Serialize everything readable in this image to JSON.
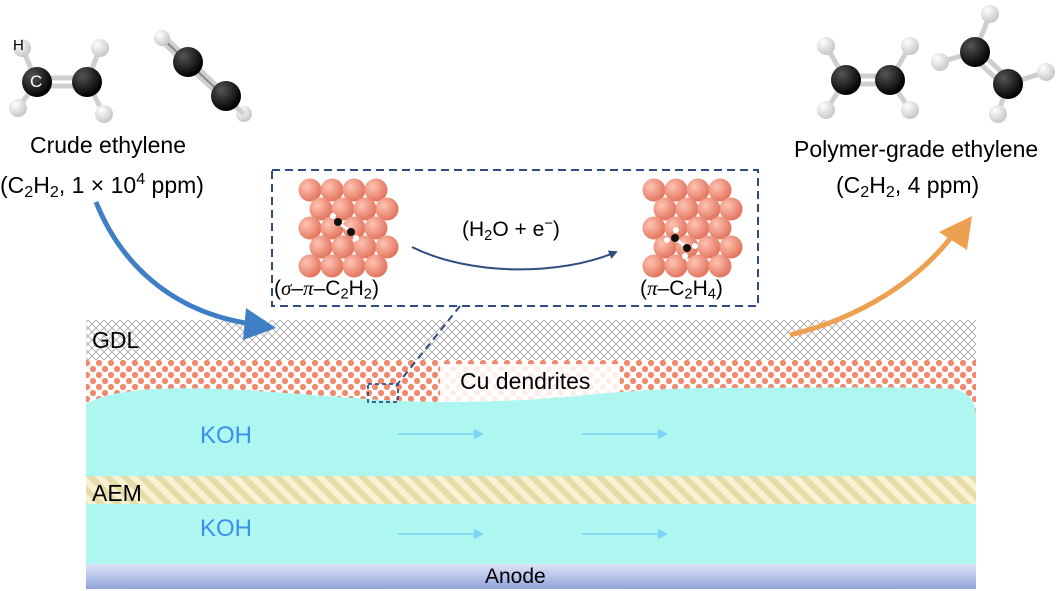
{
  "source": {
    "atom_label_H": "H",
    "atom_label_C": "C",
    "title": "Crude ethylene",
    "conc_open": "(C",
    "conc_sub1": "2",
    "conc_mid": "H",
    "conc_sub2": "2",
    "conc_rest": ", 1 × 10",
    "conc_exp": "4",
    "conc_unit": " ppm)"
  },
  "product": {
    "title": "Polymer-grade ethylene",
    "conc_open": "(C",
    "conc_sub1": "2",
    "conc_mid": "H",
    "conc_sub2": "2",
    "conc_rest": ", 4 ppm)"
  },
  "inset": {
    "left_open": "(",
    "left_sigma": "σ",
    "left_dash1": "–",
    "left_pi": "π",
    "left_rest": "–C",
    "left_sub1": "2",
    "left_h": "H",
    "left_sub2": "2",
    "left_close": ")",
    "reaction_open": "(H",
    "reaction_sub": "2",
    "reaction_mid": "O + e",
    "reaction_sup": "−",
    "reaction_close": ")",
    "right_open": "(",
    "right_pi": "π",
    "right_rest": "–C",
    "right_sub1": "2",
    "right_h": "H",
    "right_sub2": "4",
    "right_close": ")"
  },
  "layers": {
    "gdl": "GDL",
    "cu": "Cu dendrites",
    "koh_top": "KOH",
    "aem": "AEM",
    "koh_bottom": "KOH",
    "anode": "Anode"
  },
  "colors": {
    "copper": "#f08a6e",
    "electrolyte": "#aef7f0",
    "flow_arrow": "#7cd2f5",
    "inlet_arrow": "#3f7fc6",
    "outlet_arrow": "#eda050",
    "inset_border": "#2f4d80",
    "koh_text": "#3b8ff0"
  }
}
